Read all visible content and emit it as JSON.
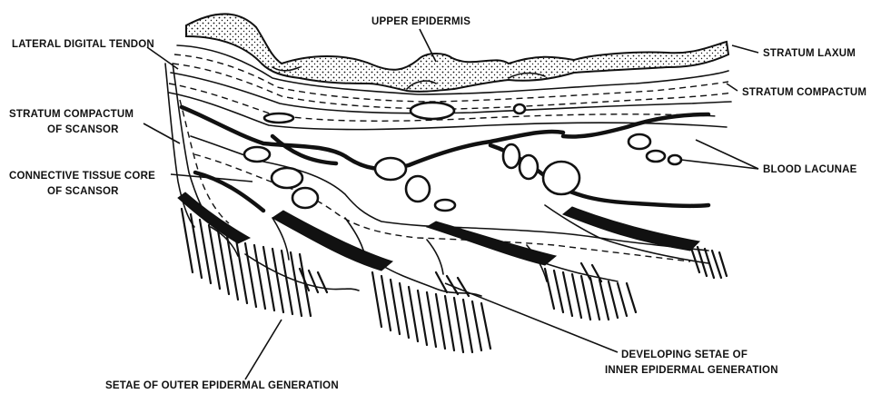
{
  "labels": {
    "upper_epidermis": "UPPER EPIDERMIS",
    "lateral_digital_tendon": "LATERAL DIGITAL TENDON",
    "stratum_laxum": "STRATUM LAXUM",
    "stratum_compactum": "STRATUM COMPACTUM",
    "stratum_compactum_scansor_1": "STRATUM COMPACTUM",
    "stratum_compactum_scansor_2": "OF SCANSOR",
    "connective_tissue_core_1": "CONNECTIVE TISSUE CORE",
    "connective_tissue_core_2": "OF SCANSOR",
    "blood_lacunae": "BLOOD LACUNAE",
    "developing_setae_1": "DEVELOPING SETAE OF",
    "developing_setae_2": "INNER EPIDERMAL GENERATION",
    "setae_outer": "SETAE OF OUTER EPIDERMAL GENERATION"
  },
  "colors": {
    "ink": "#111111",
    "paper": "#ffffff"
  }
}
